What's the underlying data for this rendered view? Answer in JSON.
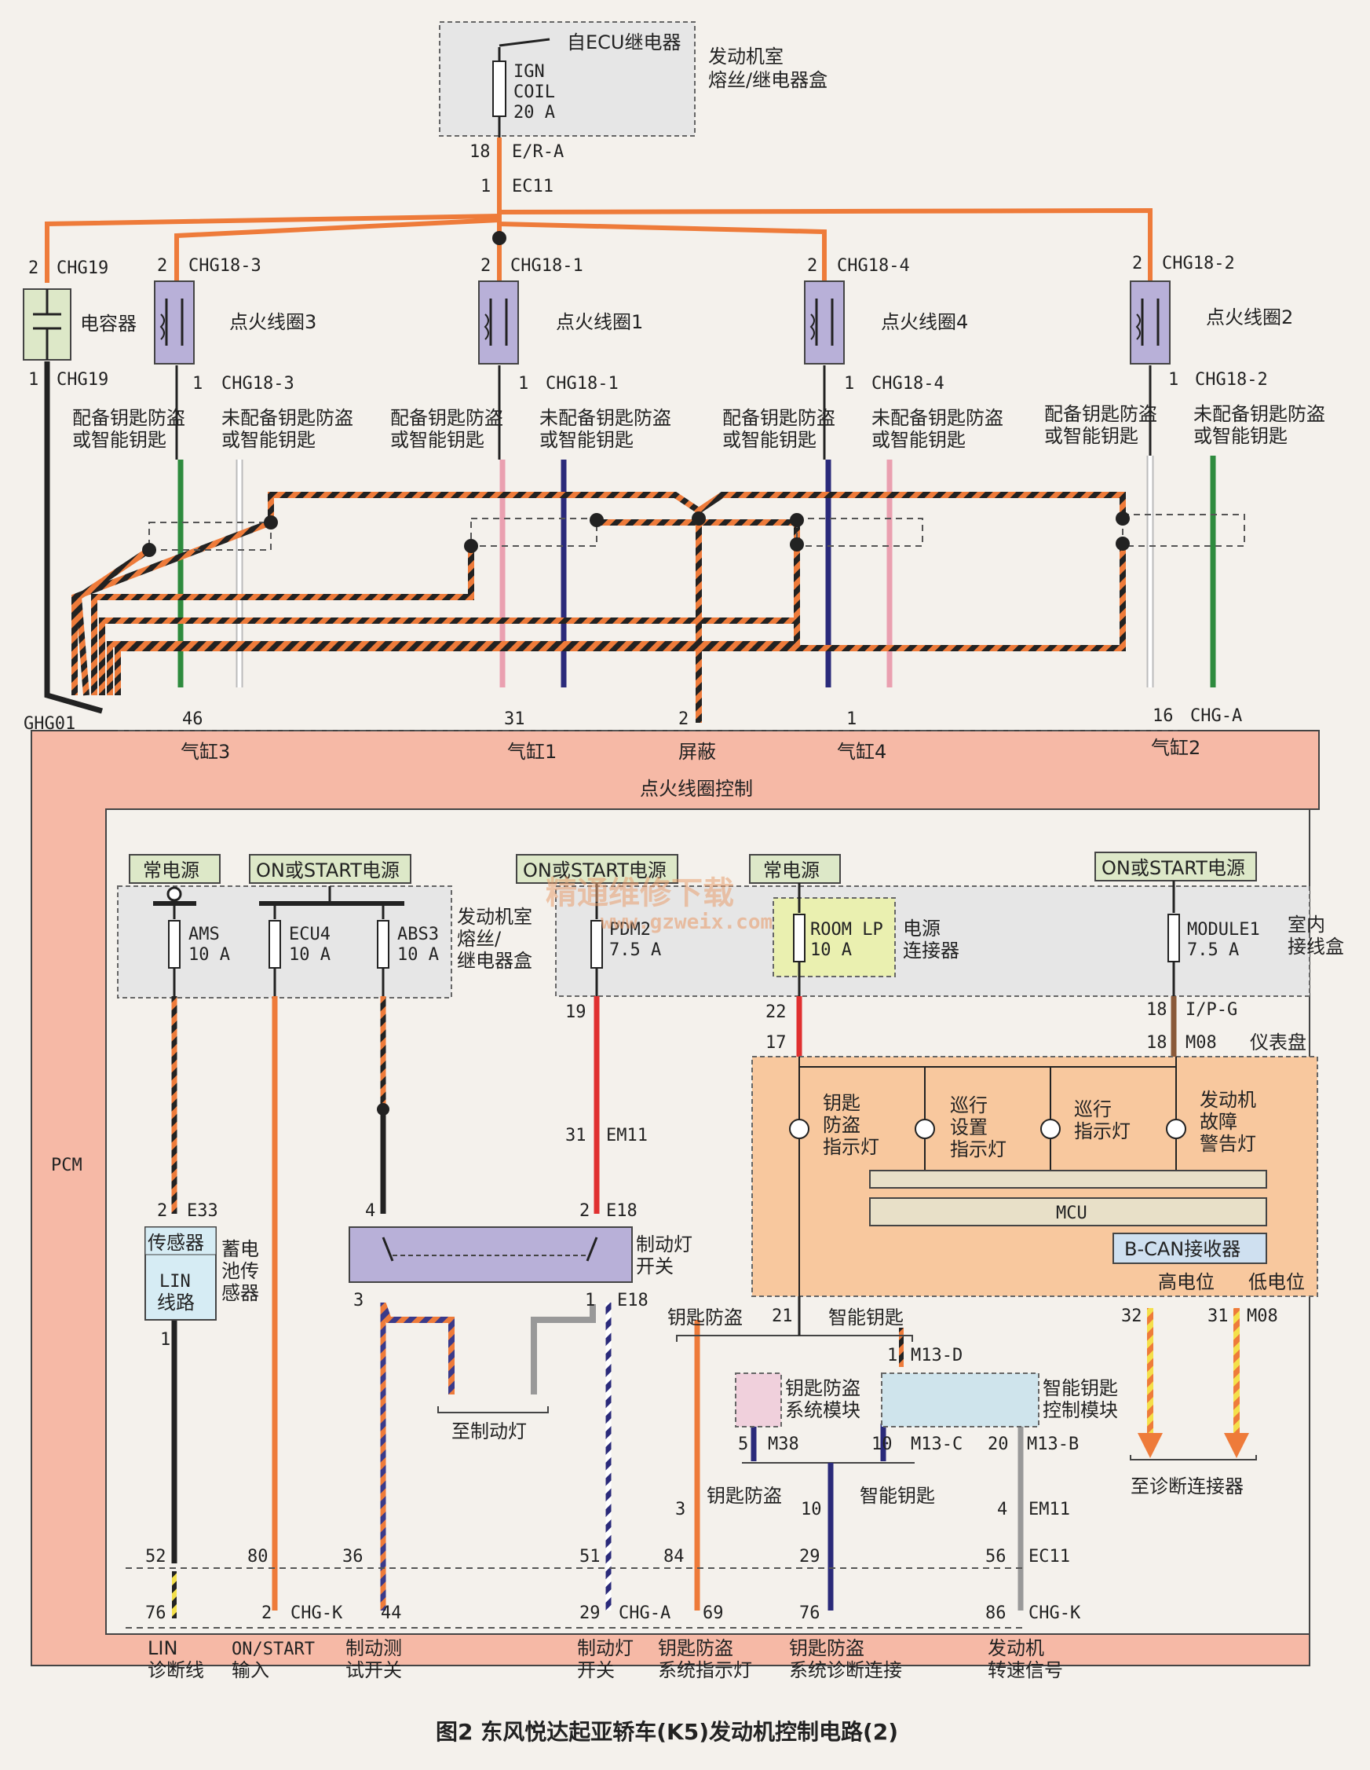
{
  "caption": "图2 东风悦达起亚轿车(K5)发动机控制电路(2)",
  "watermark": {
    "line1": "精通维修下载",
    "line2": "www.gzweix.com"
  },
  "top_fuse": {
    "source": "自ECU继电器",
    "fuse_name": "IGN",
    "fuse_name2": "COIL",
    "fuse_rating": "20 A",
    "box_label1": "发动机室",
    "box_label2": "熔丝/继电器盒",
    "pin1": "18",
    "conn1": "E/R-A",
    "pin2": "1",
    "conn2": "EC11"
  },
  "capacitor": {
    "label": "电容器",
    "pin_top": "2",
    "conn_top": "CHG19",
    "pin_bot": "1",
    "conn_bot": "CHG19"
  },
  "coils": [
    {
      "name": "点火线圈3",
      "pin_top": "2",
      "conn_top": "CHG18-3",
      "pin_bot": "1",
      "conn_bot": "CHG18-3"
    },
    {
      "name": "点火线圈1",
      "pin_top": "2",
      "conn_top": "CHG18-1",
      "pin_bot": "1",
      "conn_bot": "CHG18-1"
    },
    {
      "name": "点火线圈4",
      "pin_top": "2",
      "conn_top": "CHG18-4",
      "pin_bot": "1",
      "conn_bot": "CHG18-4"
    },
    {
      "name": "点火线圈2",
      "pin_top": "2",
      "conn_top": "CHG18-2",
      "pin_bot": "1",
      "conn_bot": "CHG18-2"
    }
  ],
  "variant_labels": {
    "with1": "配备钥匙防盗",
    "with2": "或智能钥匙",
    "without1": "未配备钥匙防盗",
    "without2": "或智能钥匙"
  },
  "ground": "GHG01",
  "coil_pins": [
    {
      "pin": "46",
      "label": "气缸3"
    },
    {
      "pin": "31",
      "label": "气缸1"
    },
    {
      "pin": "2",
      "label": "屏蔽"
    },
    {
      "pin": "1",
      "label": "气缸4"
    },
    {
      "pin": "16",
      "label": "气缸2",
      "conn": "CHG-A"
    }
  ],
  "coil_control": "点火线圈控制",
  "pcm": "PCM",
  "power_tags": {
    "constant1": "常电源",
    "on_start1": "ON或START电源",
    "on_start2": "ON或START电源",
    "constant2": "常电源",
    "on_start3": "ON或START电源"
  },
  "fuses_left": [
    {
      "name": "AMS",
      "rating": "10 A"
    },
    {
      "name": "ECU4",
      "rating": "10 A"
    },
    {
      "name": "ABS3",
      "rating": "10 A"
    }
  ],
  "fuse_box_left_label": [
    "发动机室",
    "熔丝/",
    "继电器盒"
  ],
  "fuse_pdm2": {
    "name": "PDM2",
    "rating": "7.5 A"
  },
  "fuse_room": {
    "name": "ROOM LP",
    "rating": "10 A"
  },
  "power_conn_label": [
    "电源",
    "连接器"
  ],
  "fuse_module1": {
    "name": "MODULE1",
    "rating": "7.5 A"
  },
  "junction_label": [
    "室内",
    "接线盒"
  ],
  "battery_sensor": {
    "sensor": "传感器",
    "lin1": "LIN",
    "lin2": "线路",
    "label": [
      "蓄电",
      "池传",
      "感器"
    ],
    "pin_top": "2",
    "conn_top": "E33",
    "pin_bot": "1"
  },
  "brake_switch": {
    "label": [
      "制动灯",
      "开关"
    ],
    "pin_a": "4",
    "pin_b": "2",
    "conn_top": "E18",
    "pin_c": "3",
    "pin_d": "1",
    "conn_bot": "E18",
    "to_lamp": "至制动灯"
  },
  "pdm_pins": {
    "p19": "19",
    "p31": "31",
    "em11": "EM11",
    "p22": "22",
    "p17": "17",
    "p18a": "18",
    "ipg": "I/P-G",
    "p18b": "18",
    "m08": "M08"
  },
  "cluster": {
    "title": "仪表盘",
    "lamps": [
      {
        "l1": "钥匙",
        "l2": "防盗",
        "l3": "指示灯"
      },
      {
        "l1": "巡行",
        "l2": "设置",
        "l3": "指示灯"
      },
      {
        "l1": "巡行",
        "l2": "指示灯",
        "l3": ""
      },
      {
        "l1": "发动机",
        "l2": "故障",
        "l3": "警告灯"
      }
    ],
    "mcu": "MCU",
    "bcan": "B-CAN接收器",
    "high": "高电位",
    "low": "低电位"
  },
  "immo": {
    "pin21": "21",
    "key_immo": "钥匙防盗",
    "smart_key": "智能钥匙",
    "p1": "1",
    "m13d": "M13-D",
    "immo_module": [
      "钥匙防盗",
      "系统模块"
    ],
    "smart_module": [
      "智能钥匙",
      "控制模块"
    ],
    "p5": "5",
    "m38": "M38",
    "p10": "10",
    "m13c": "M13-C",
    "p20": "20",
    "m13b": "M13-B",
    "p3": "3",
    "p10b": "10",
    "p4": "4",
    "em11": "EM11",
    "p32": "32",
    "p31": "31",
    "m08": "M08",
    "to_diag": "至诊断连接器"
  },
  "pcm_conn_top": [
    {
      "pin": "52"
    },
    {
      "pin": "80"
    },
    {
      "pin": "36"
    },
    {
      "pin": "51"
    },
    {
      "pin": "84"
    },
    {
      "pin": "29"
    },
    {
      "pin": "56",
      "conn": "EC11"
    }
  ],
  "pcm_conn_bot": [
    {
      "pin": "76"
    },
    {
      "pin": "2",
      "conn": "CHG-K"
    },
    {
      "pin": "44"
    },
    {
      "pin": "29",
      "conn": "CHG-A"
    },
    {
      "pin": "69"
    },
    {
      "pin": "76"
    },
    {
      "pin": "86",
      "conn": "CHG-K"
    }
  ],
  "pcm_functions": [
    {
      "l1": "LIN",
      "l2": "诊断线"
    },
    {
      "l1": "ON/START",
      "l2": "输入"
    },
    {
      "l1": "制动测",
      "l2": "试开关"
    },
    {
      "l1": "制动灯",
      "l2": "开关"
    },
    {
      "l1": "钥匙防盗",
      "l2": "系统指示灯"
    },
    {
      "l1": "钥匙防盗",
      "l2": "系统诊断连接"
    },
    {
      "l1": "发动机",
      "l2": "转速信号"
    }
  ]
}
